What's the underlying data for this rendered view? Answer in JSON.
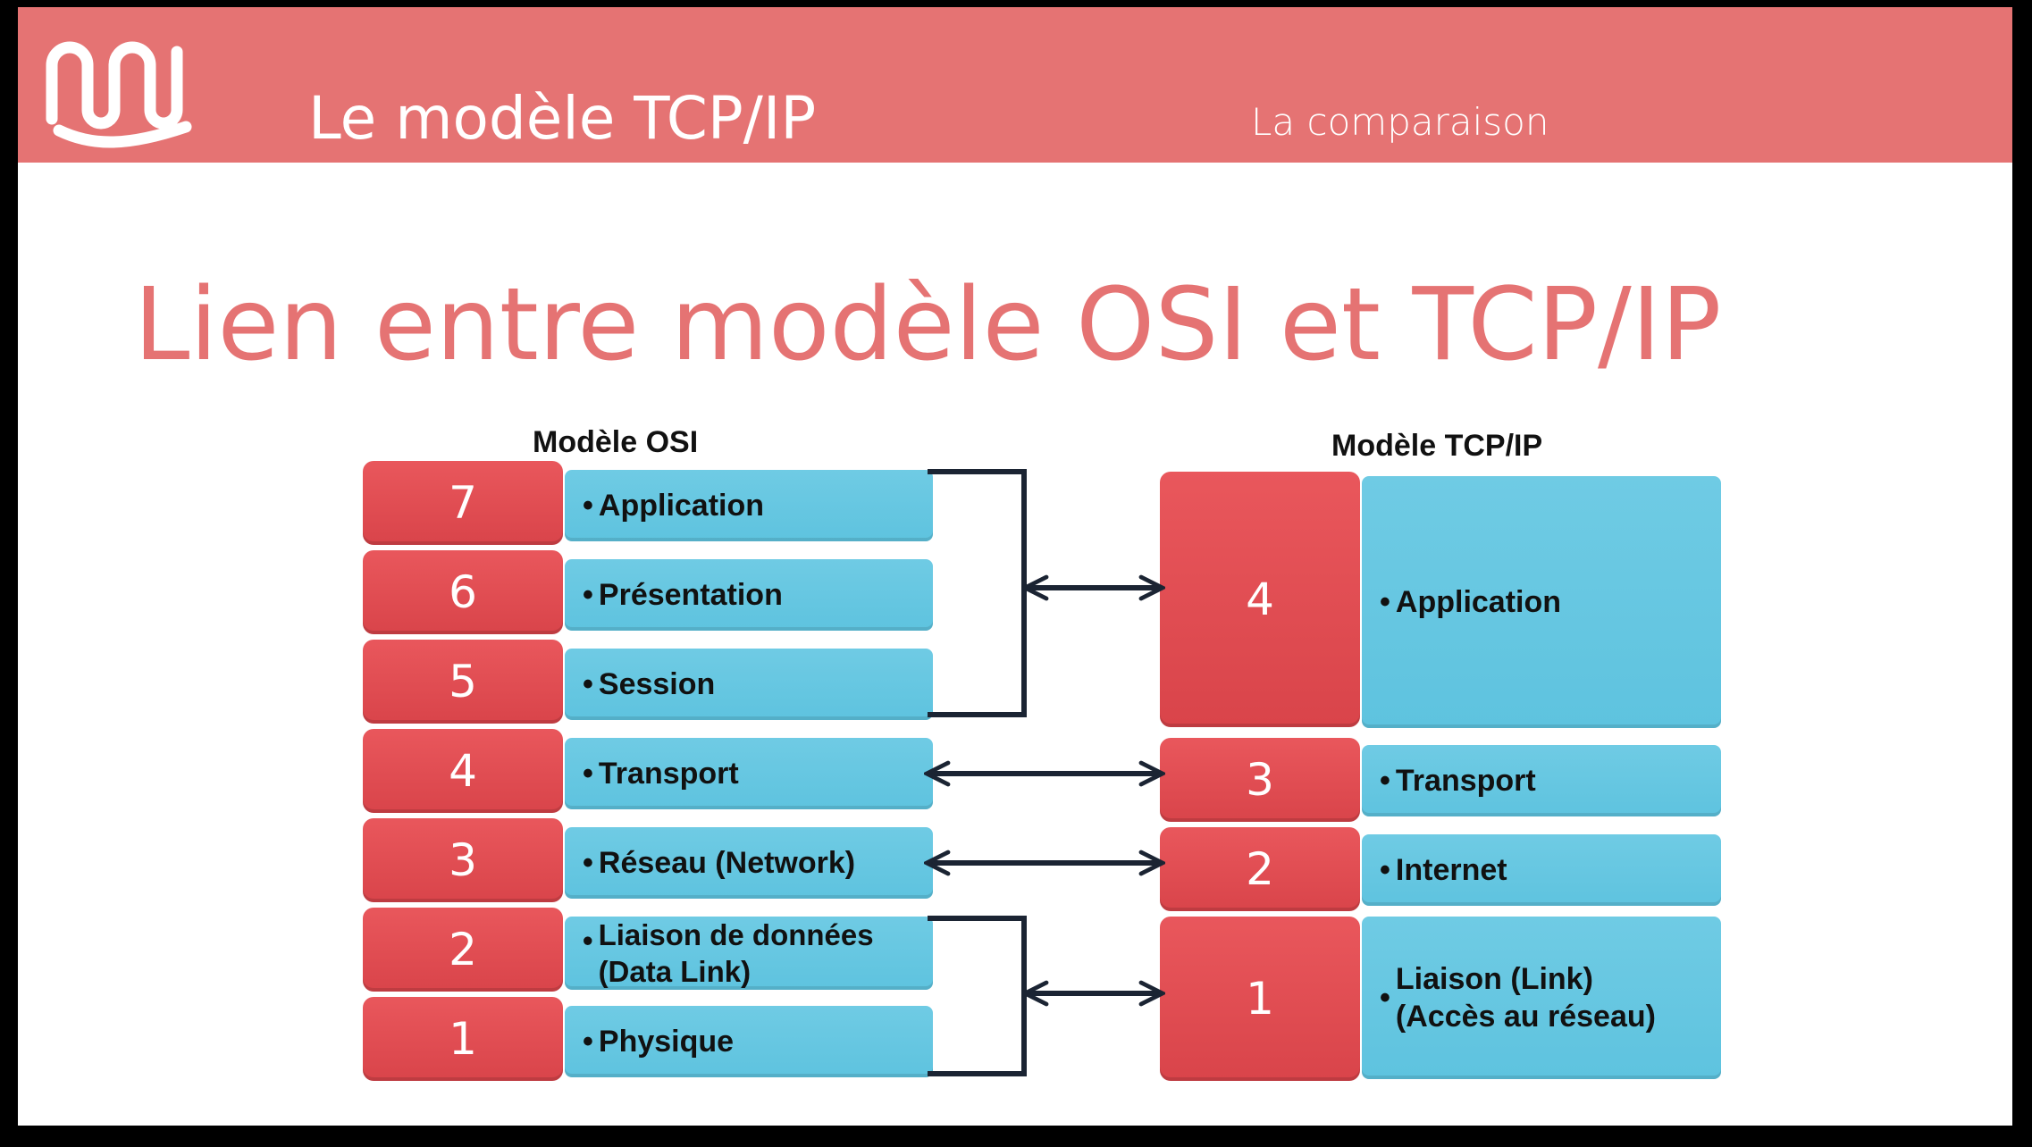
{
  "header": {
    "title": "Le modèle TCP/IP",
    "subtitle": "La comparaison"
  },
  "main_title": "Lien entre modèle OSI et TCP/IP",
  "osi": {
    "title": "Modèle OSI",
    "layers": [
      {
        "number": "7",
        "label": "Application"
      },
      {
        "number": "6",
        "label": "Présentation"
      },
      {
        "number": "5",
        "label": "Session"
      },
      {
        "number": "4",
        "label": "Transport"
      },
      {
        "number": "3",
        "label": "Réseau (Network)"
      },
      {
        "number": "2",
        "label": "Liaison de données\n(Data Link)"
      },
      {
        "number": "1",
        "label": "Physique"
      }
    ]
  },
  "tcpip": {
    "title": "Modèle TCP/IP",
    "layers": [
      {
        "number": "4",
        "label": "Application"
      },
      {
        "number": "3",
        "label": "Transport"
      },
      {
        "number": "2",
        "label": "Internet"
      },
      {
        "number": "1",
        "label": "Liaison (Link)\n(Accès au réseau)"
      }
    ]
  },
  "colors": {
    "header": "#e57373",
    "number_box": "#e0474d",
    "label_box": "#5ec3df",
    "connector": "#1b2433"
  }
}
